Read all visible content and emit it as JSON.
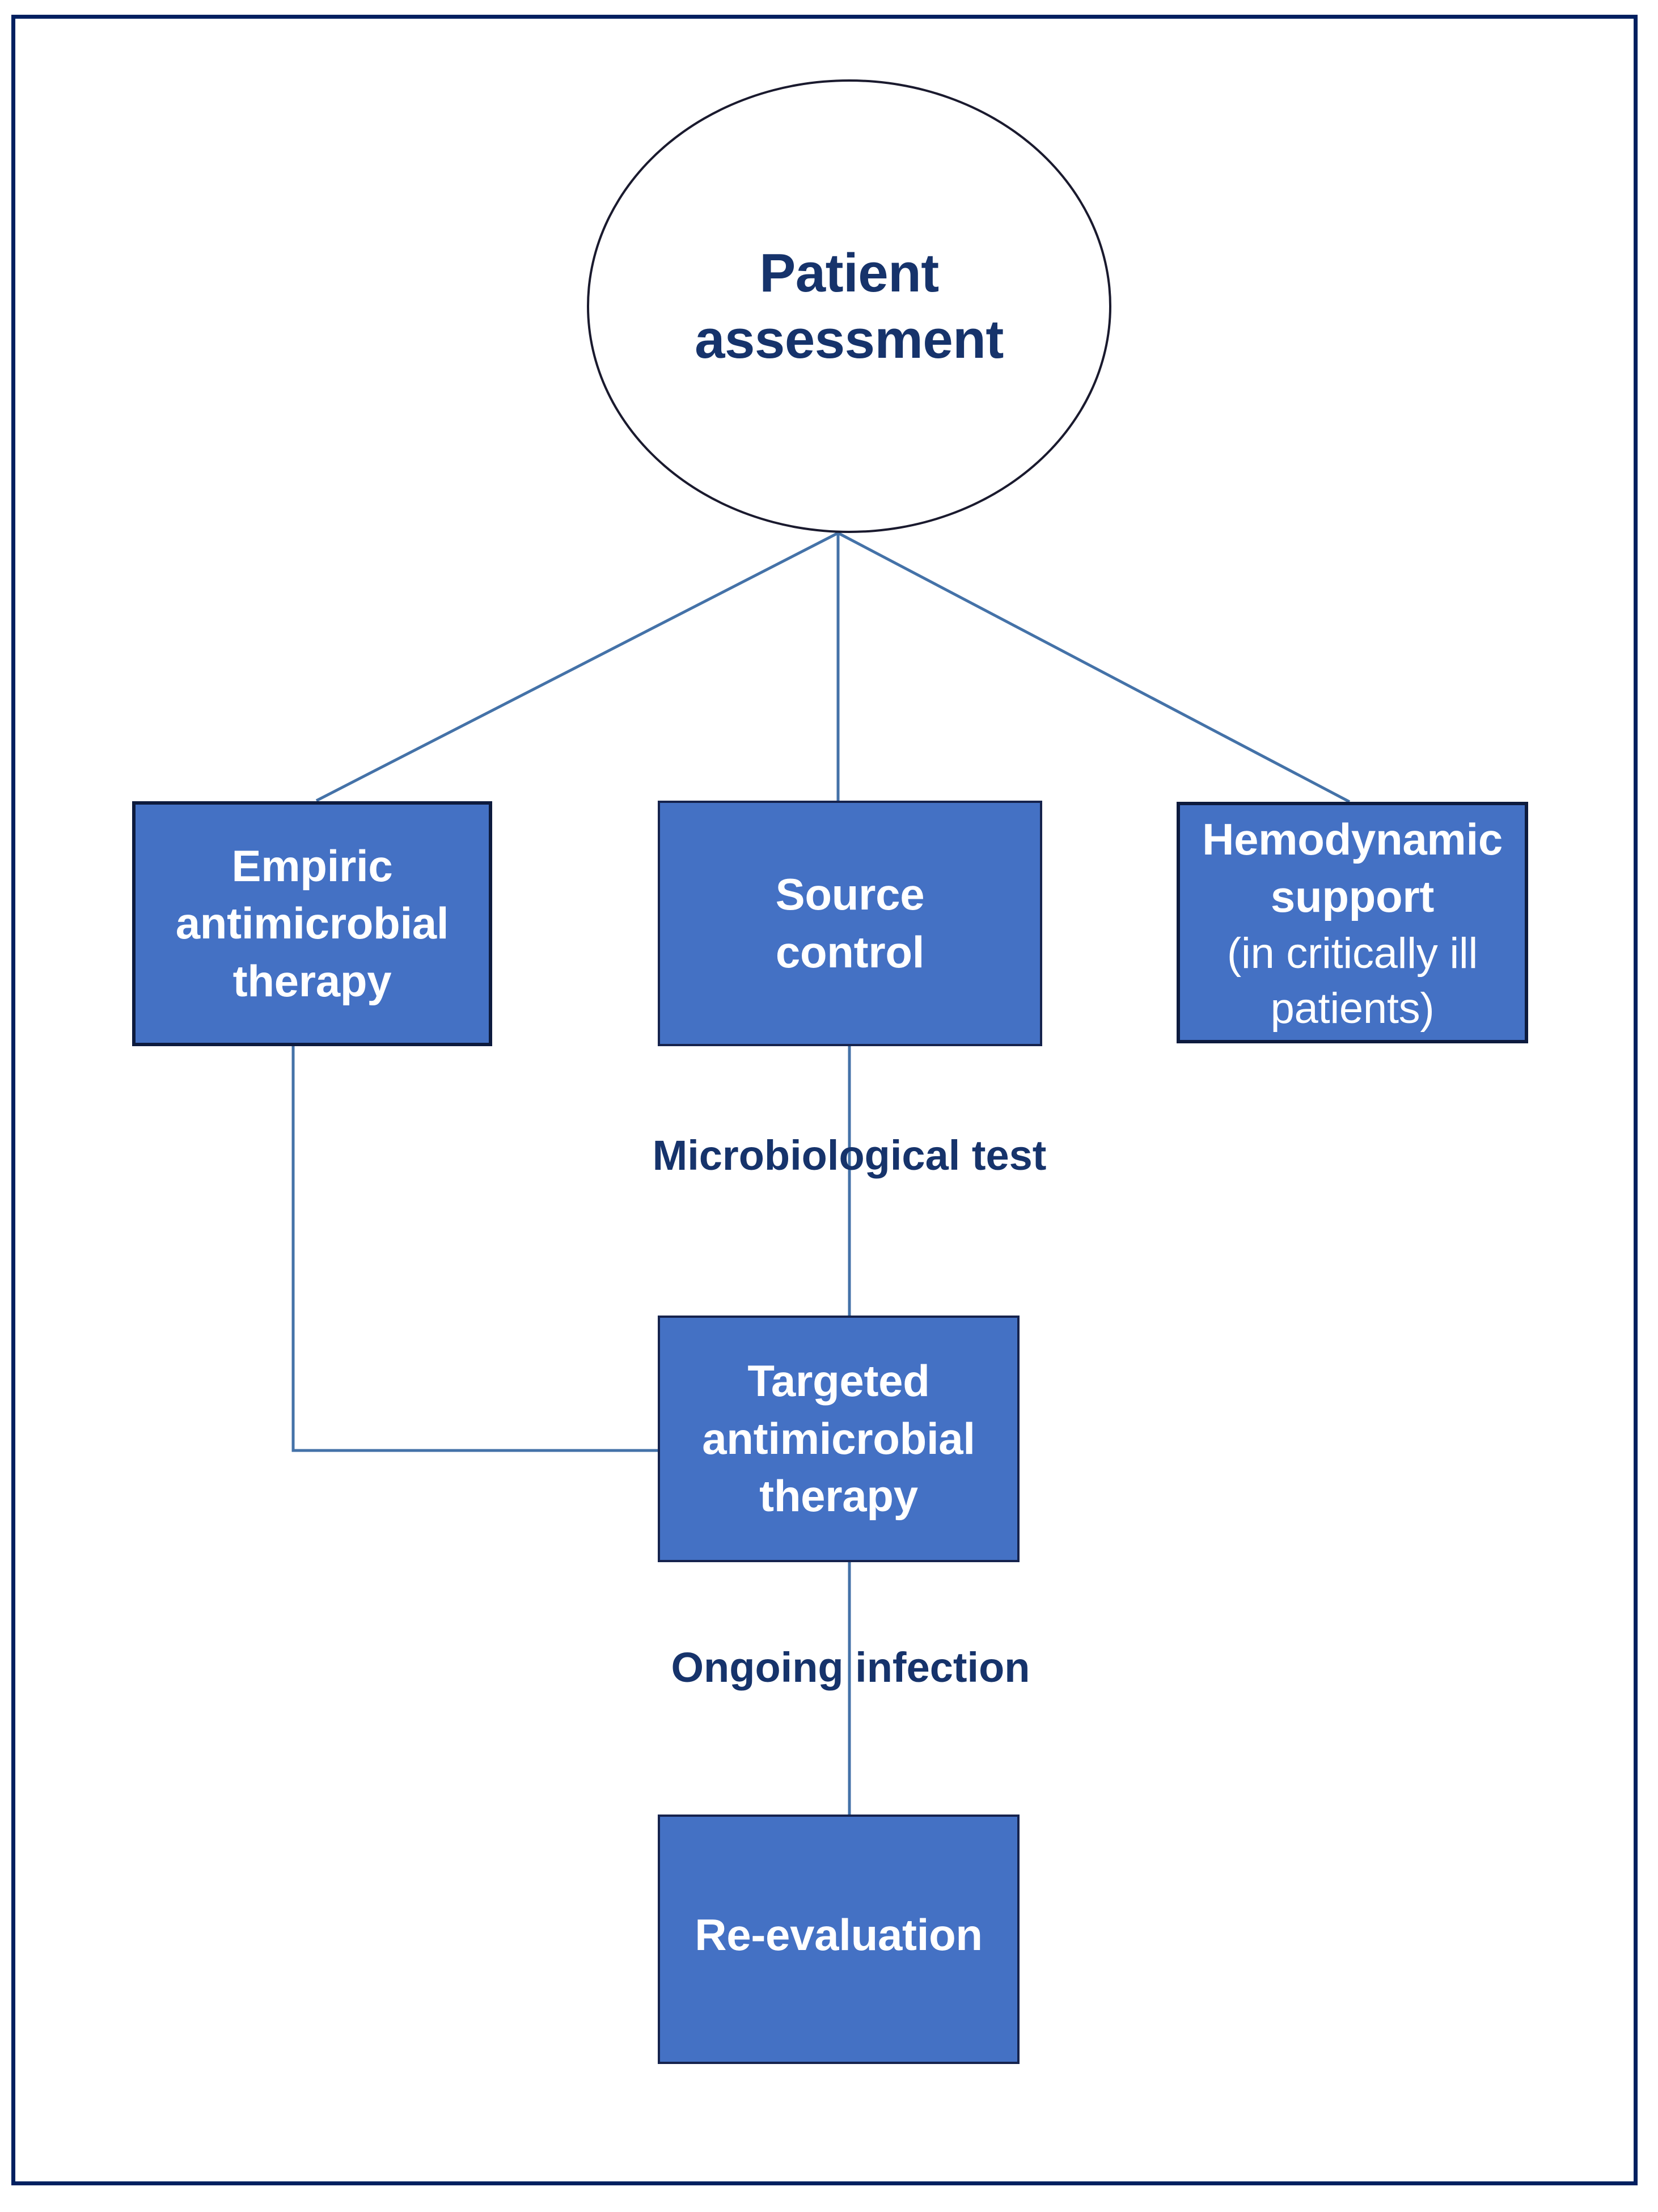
{
  "diagram": {
    "title": "Patient assessment flowchart",
    "colors": {
      "frame_border": "#002060",
      "box_fill": "#4471C4",
      "box_border": "#0D1B3E",
      "box_text": "#FFFFFF",
      "label_text": "#16336B",
      "connector": "#4472A8",
      "circle_border": "#1A1A2E",
      "background": "#FFFFFF"
    },
    "nodes": {
      "patient_assessment": {
        "line1": "Patient",
        "line2": "assessment",
        "shape": "circle"
      },
      "empiric_therapy": {
        "line1": "Empiric",
        "line2": "antimicrobial",
        "line3": "therapy",
        "shape": "rectangle"
      },
      "source_control": {
        "line1": "Source",
        "line2": "control",
        "shape": "rectangle"
      },
      "hemodynamic_support": {
        "line1": "Hemodynamic",
        "line2": "support",
        "sub1": "(in critically ill",
        "sub2": "patients)",
        "shape": "rectangle"
      },
      "targeted_therapy": {
        "line1": "Targeted",
        "line2": "antimicrobial",
        "line3": "therapy",
        "shape": "rectangle"
      },
      "reevaluation": {
        "line1": "Re-evaluation",
        "shape": "rectangle"
      }
    },
    "edge_labels": {
      "microbiological_test": "Microbiological test",
      "ongoing_infection": "Ongoing infection"
    }
  }
}
